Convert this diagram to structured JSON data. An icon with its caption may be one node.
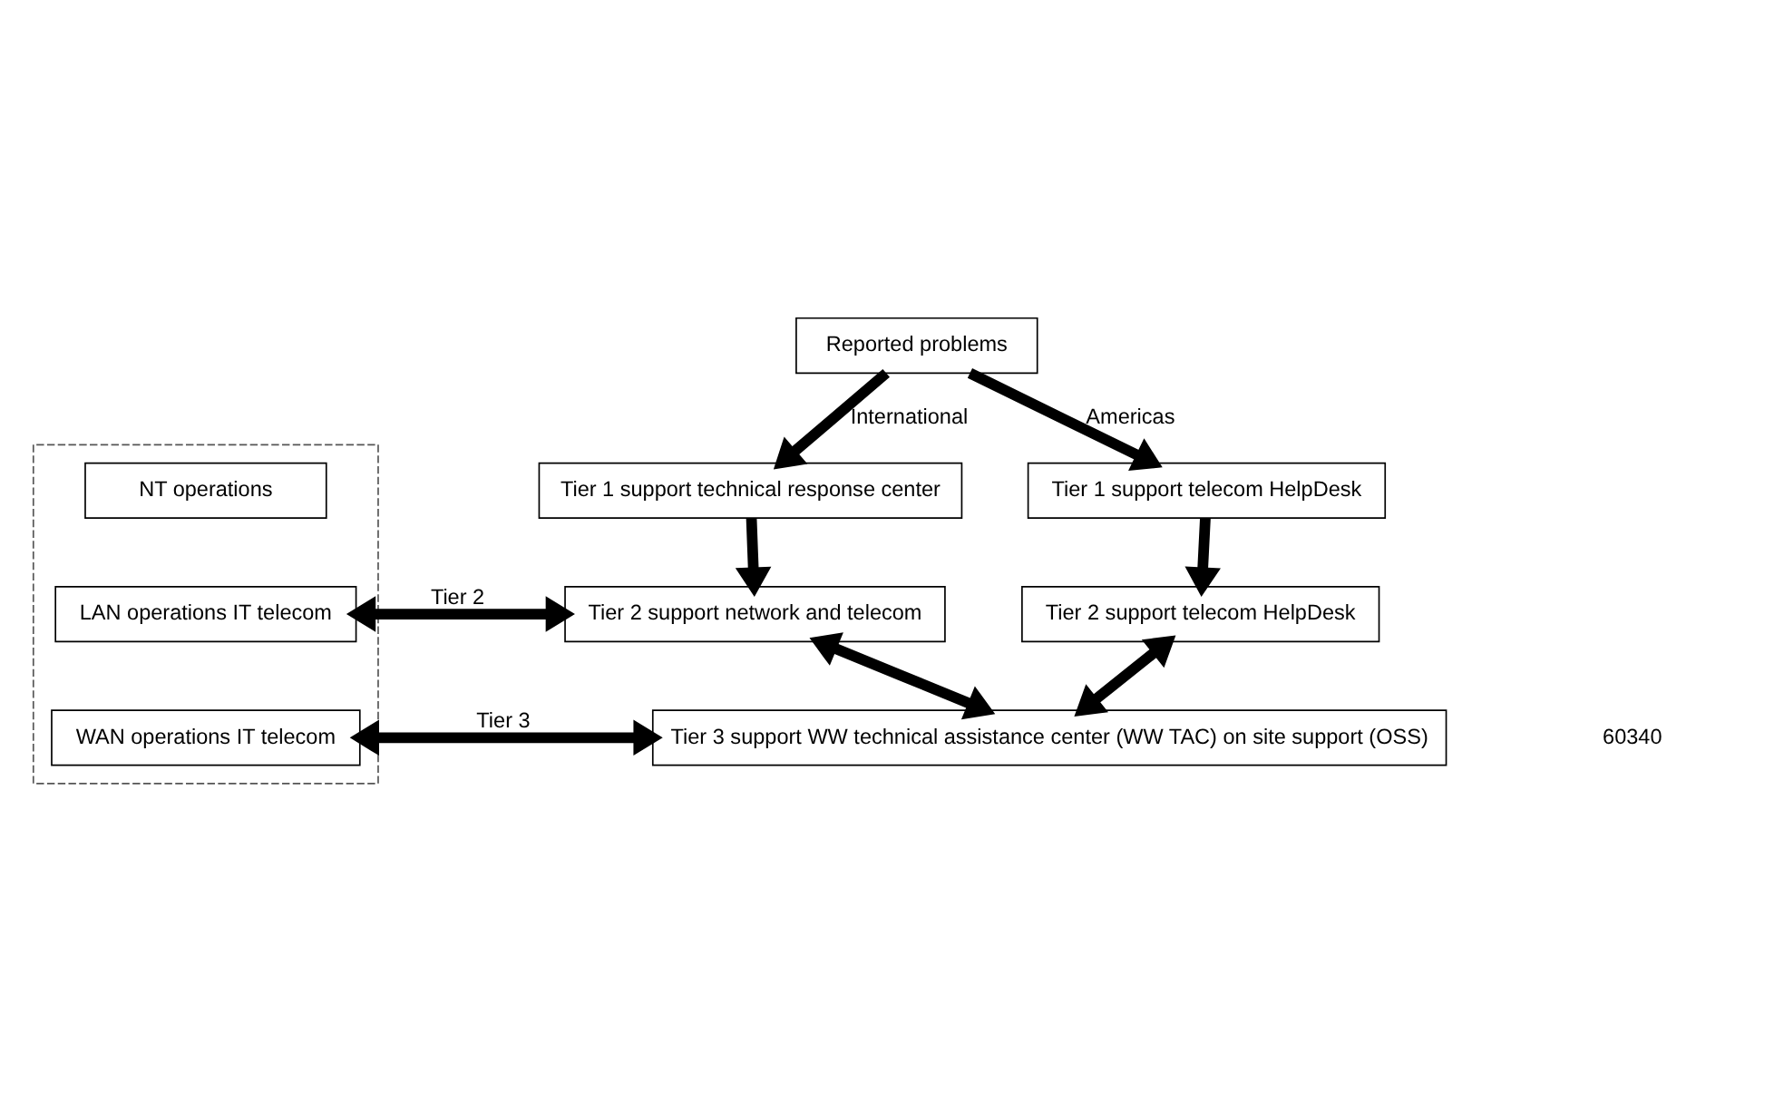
{
  "diagram": {
    "nodes": [
      {
        "text": [
          "Reported problems"
        ]
      },
      {
        "text": [
          "Tier 1 support technical response center"
        ]
      },
      {
        "text": [
          "Tier 1 support telecom HelpDesk"
        ]
      },
      {
        "text": [
          "Tier 2 support network and telecom"
        ]
      },
      {
        "text": [
          "Tier 2 support telecom HelpDesk"
        ]
      },
      {
        "text": [
          "Tier 3 support WW technical assistance center (WW TAC) on site support (OSS)"
        ]
      },
      {
        "text": [],
        "shape": "box"
      },
      {
        "text": [
          "NT operations"
        ],
        "in": 6
      },
      {
        "text": [
          "LAN operations IT telecom"
        ],
        "in": 6
      },
      {
        "text": [
          "WAN operations IT telecom"
        ],
        "in": 6
      }
    ],
    "edges": [
      {
        "from": 0,
        "to": 1,
        "arrow": "to",
        "label": "International"
      },
      {
        "from": 0,
        "to": 2,
        "arrow": "to",
        "label": "Americas"
      },
      {
        "from": 1,
        "to": 3,
        "arrow": "to"
      },
      {
        "from": 2,
        "to": 4,
        "arrow": "to"
      },
      {
        "from": 3,
        "to": 5,
        "arrow": "both"
      },
      {
        "from": 4,
        "to": 5,
        "arrow": "both"
      },
      {
        "from": 8,
        "to": 3,
        "arrow": "both",
        "label": "Tier 2"
      },
      {
        "from": 9,
        "to": 5,
        "arrow": "both",
        "label": "Tier 3"
      }
    ],
    "labels": [
      "60340"
    ]
  }
}
